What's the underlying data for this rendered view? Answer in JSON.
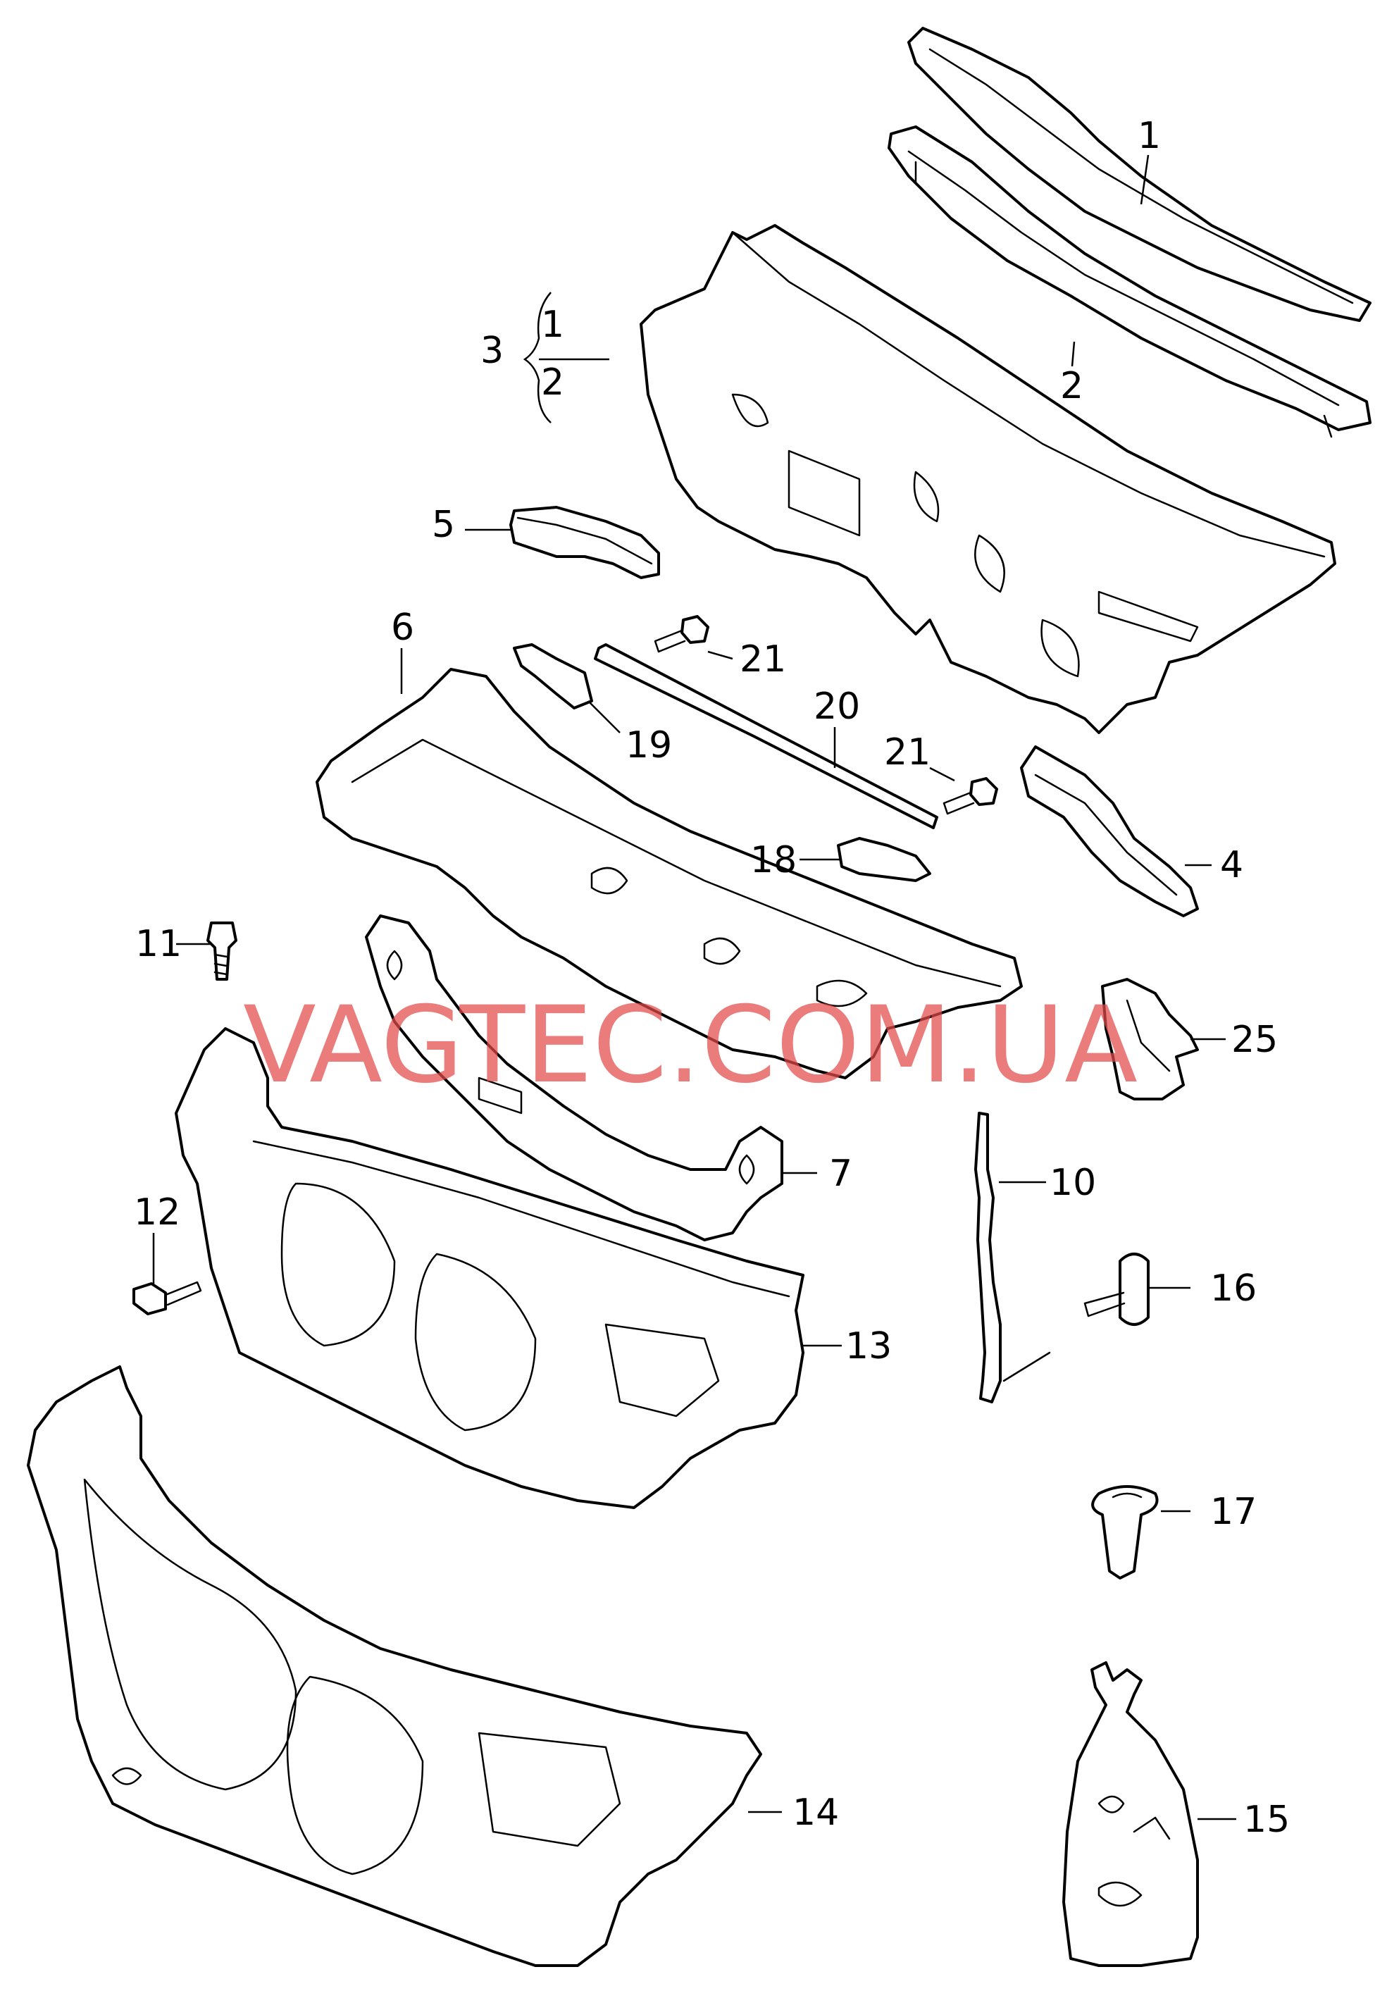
{
  "watermark": "VAGTEC.COM.UA",
  "callouts": {
    "c1": "1",
    "c2": "2",
    "c3": "3",
    "c3_sub1": "1",
    "c3_sub2": "2",
    "c4": "4",
    "c5": "5",
    "c6": "6",
    "c7": "7",
    "c10": "10",
    "c11": "11",
    "c12": "12",
    "c13": "13",
    "c14": "14",
    "c15": "15",
    "c16": "16",
    "c17": "17",
    "c18": "18",
    "c19": "19",
    "c20": "20",
    "c21a": "21",
    "c21b": "21",
    "c25": "25"
  },
  "colors": {
    "line": "#000000",
    "watermark": "#e34a4a",
    "background": "#ffffff"
  }
}
